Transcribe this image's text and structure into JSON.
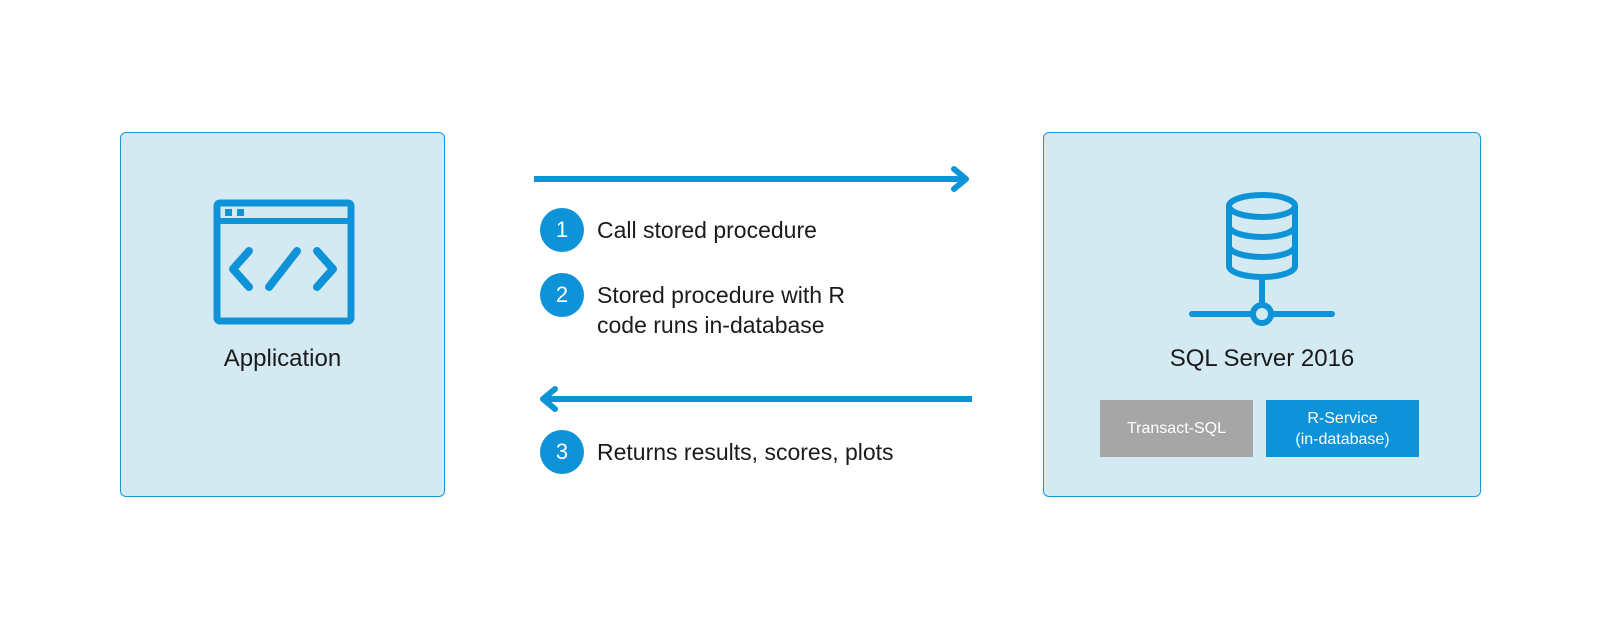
{
  "colors": {
    "accent": "#0e93d8",
    "box_fill": "#d3eaf3",
    "box_border": "#1a97d6",
    "chip_gray": "#a6a6a6",
    "text": "#1b1b1b"
  },
  "application": {
    "label": "Application",
    "icon": "code-window-icon"
  },
  "sql_server": {
    "label": "SQL Server 2016",
    "icon": "database-network-icon",
    "components": [
      {
        "label": "Transact-SQL"
      },
      {
        "label": "R-Service\n(in-database)"
      }
    ]
  },
  "flow": {
    "request_arrow": "arrow-right-icon",
    "response_arrow": "arrow-left-icon",
    "steps": [
      {
        "number": "1",
        "text": "Call stored procedure"
      },
      {
        "number": "2",
        "text": "Stored procedure with R\ncode runs in-database"
      },
      {
        "number": "3",
        "text": "Returns results, scores, plots"
      }
    ]
  }
}
